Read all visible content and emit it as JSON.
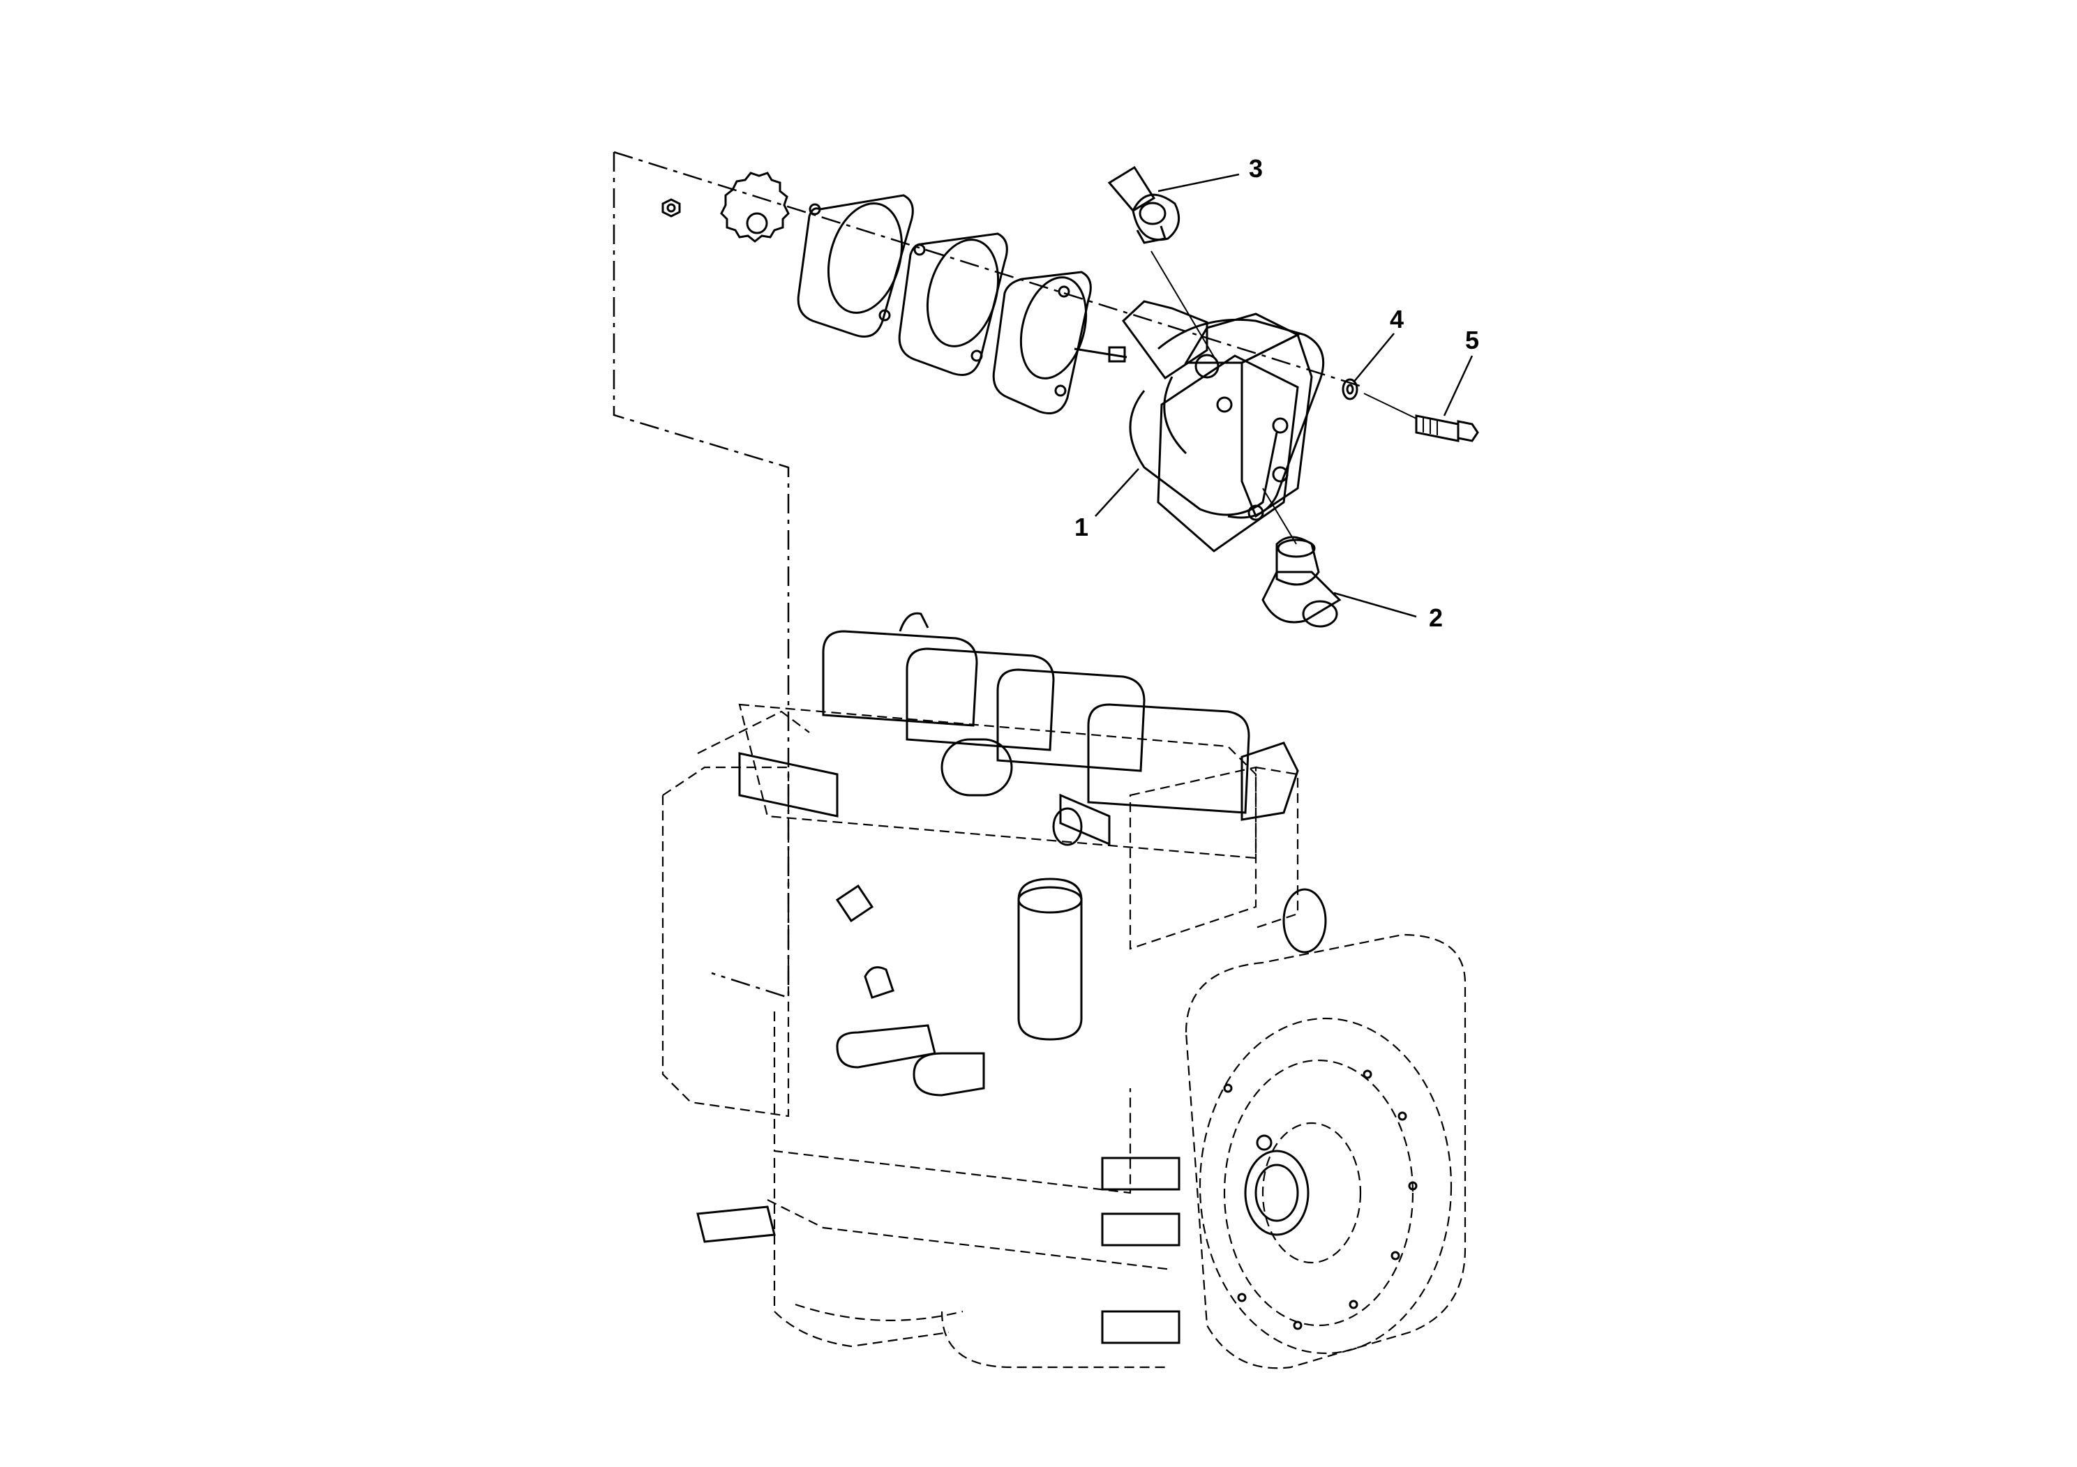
{
  "diagram": {
    "callouts": [
      {
        "id": "callout-1",
        "text": "1"
      },
      {
        "id": "callout-2",
        "text": "2"
      },
      {
        "id": "callout-3",
        "text": "3"
      },
      {
        "id": "callout-4",
        "text": "4"
      },
      {
        "id": "callout-5",
        "text": "5"
      }
    ]
  }
}
